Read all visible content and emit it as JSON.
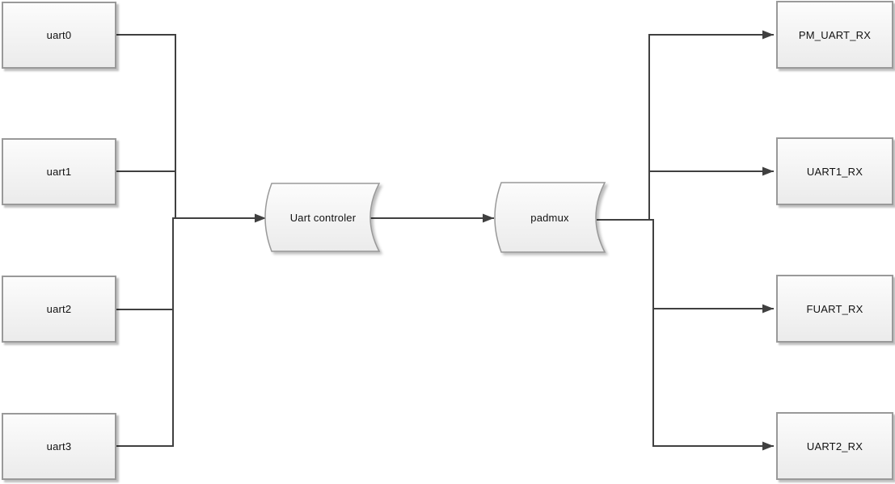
{
  "diagram": {
    "left_nodes": [
      {
        "label": "uart0"
      },
      {
        "label": "uart1"
      },
      {
        "label": "uart2"
      },
      {
        "label": "uart3"
      }
    ],
    "center_nodes": [
      {
        "label": "Uart controler"
      },
      {
        "label": "padmux"
      }
    ],
    "right_nodes": [
      {
        "label": "PM_UART_RX"
      },
      {
        "label": "UART1_RX"
      },
      {
        "label": "FUART_RX"
      },
      {
        "label": "UART2_RX"
      }
    ],
    "colors": {
      "connector": "#404040",
      "shape_border": "#999999",
      "shape_fill_top": "#fcfcfc",
      "shape_fill_bottom": "#ebebeb",
      "background": "#ffffff",
      "text": "#111111"
    }
  }
}
